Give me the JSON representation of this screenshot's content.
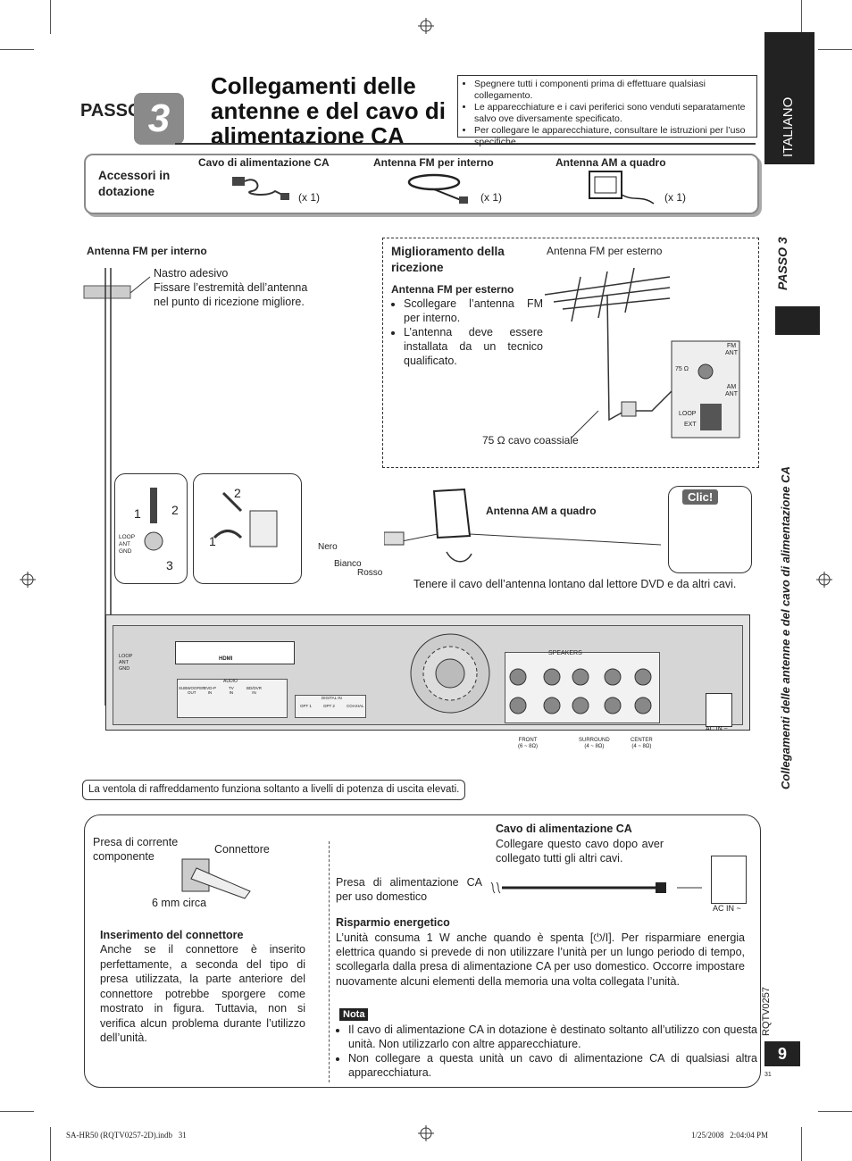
{
  "side": {
    "language": "ITALIANO",
    "step_tab": "PASSO 3",
    "vertical_title": "Collegamenti delle antenne e del cavo di alimentazione CA",
    "doc_code": "RQTV0257",
    "page_number": "9",
    "small_page": "31"
  },
  "header": {
    "step_word": "PASSO",
    "step_number": "3",
    "title_lines": [
      "Collegamenti delle",
      "antenne e del cavo di",
      "alimentazione CA"
    ],
    "notes": [
      "Spegnere tutti i componenti prima di effettuare qualsiasi collegamento.",
      "Le apparecchiature e i cavi periferici sono venduti separatamente salvo ove diversamente specificato.",
      "Per collegare le apparecchiature, consultare le istruzioni per l’uso specifiche."
    ]
  },
  "accessories": {
    "label": "Accessori in dotazione",
    "items": [
      {
        "name": "Cavo di alimentazione CA",
        "qty": "(x 1)"
      },
      {
        "name": "Antenna FM per interno",
        "qty": "(x 1)"
      },
      {
        "name": "Antenna AM a quadro",
        "qty": "(x 1)"
      }
    ]
  },
  "fm_indoor": {
    "heading": "Antenna FM per interno",
    "tape_text": "Nastro adesivo\nFissare l’estremità dell’antenna\nnel punto di ricezione migliore."
  },
  "improvement": {
    "heading": "Miglioramento della ricezione",
    "outdoor_label": "Antenna FM per esterno",
    "subheading": "Antenna FM per esterno",
    "bullets": [
      "Scollegare l’antenna FM per interno.",
      "L’antenna deve essere installata da un tecnico qualificato."
    ],
    "coax_label": "75 Ω cavo coassiale",
    "terminal": {
      "fm_ant": "FM\nANT",
      "ohm": "75 Ω",
      "am_ant": "AM\nANT",
      "loop": "LOOP",
      "ext": "EXT"
    }
  },
  "am_loop": {
    "heading": "Antenna AM a quadro",
    "clic": "Clic!",
    "wire_labels": [
      "Nero",
      "Bianco",
      "Rosso"
    ],
    "note": "Tenere il cavo dell’antenna lontano dal lettore DVD e da altri cavi.",
    "steps": [
      "1",
      "2",
      "3"
    ],
    "terminal_label": "LOOP\nANT\nGND"
  },
  "rear_panel": {
    "loop_label": "LOOP\nANT\nGND",
    "speakers": "SPEAKERS",
    "front": "FRONT\n(6 ~ 8Ω)",
    "surround": "SURROUND\n(4 ~ 8Ω)",
    "center": "CENTER\n(4 ~ 8Ω)",
    "ac_in": "AC IN ~",
    "audio": "AUDIO",
    "digital_in": "DIGITAL IN",
    "hdmi": "HDMI",
    "subwoofer": "SUBWOOFER\nOUT",
    "dvd": "DVD-P\nIN",
    "tv": "TV\nIN",
    "bdvr": "BD/DVR\nIN",
    "opt1": "OPT 1",
    "opt2": "OPT 2",
    "coaxial": "COAXIAL"
  },
  "fan_note": "La ventola di raffreddamento funziona soltanto a livelli di potenza di uscita elevati.",
  "power": {
    "outlet_label": "Presa di corrente componente",
    "connector_label": "Connettore",
    "mm_label": "6 mm circa",
    "insert_heading": "Inserimento del connettore",
    "insert_text": "Anche se il connettore è inserito perfettamente, a seconda del tipo di presa utilizzata, la parte anteriore del connettore potrebbe sporgere come mostrato in figura. Tuttavia, non si verifica alcun problema durante l’utilizzo dell’unità.",
    "cable_heading": "Cavo di alimentazione CA",
    "cable_text": "Collegare questo cavo dopo aver collegato tutti gli altri cavi.",
    "household_label": "Presa di alimentazione CA per uso domestico",
    "ac_in": "AC IN ~",
    "saving_heading": "Risparmio energetico",
    "saving_text": "L’unità consuma 1 W anche quando è spenta [⏻/I]. Per risparmiare energia elettrica quando si prevede di non utilizzare l’unità per un lungo periodo di tempo, scollegarla dalla presa di alimentazione CA per uso domestico. Occorre impostare nuovamente alcuni elementi della memoria una volta collegata l’unità.",
    "nota_label": "Nota",
    "nota_bullets": [
      "Il cavo di alimentazione CA in dotazione è destinato soltanto all’utilizzo con questa unità. Non utilizzarlo con altre apparecchiature.",
      "Non collegare a questa unità un cavo di alimentazione CA di qualsiasi altra apparecchiatura."
    ]
  },
  "footer": {
    "file": "SA-HR50 (RQTV0257-2D).indb   31",
    "date": "1/25/2008   2:04:04 PM"
  }
}
